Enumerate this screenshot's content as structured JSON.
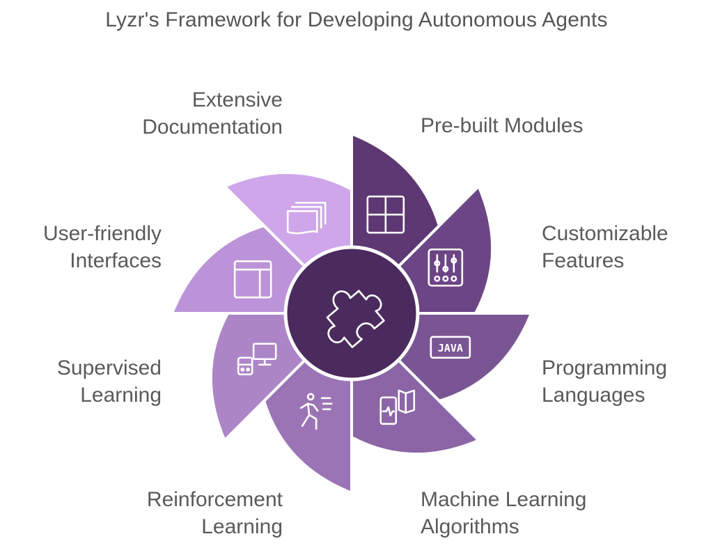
{
  "title": "Lyzr's Framework for Developing Autonomous Agents",
  "center": {
    "icon": "puzzle-piece-icon",
    "color": "#4b2a5e"
  },
  "segments": [
    {
      "label": "Pre-built Modules",
      "icon": "grid-icon",
      "color": "#5e3872"
    },
    {
      "label": "Customizable\nFeatures",
      "icon": "sliders-icon",
      "color": "#6c4585"
    },
    {
      "label": "Programming\nLanguages",
      "icon": "java-icon",
      "color": "#7a5593"
    },
    {
      "label": "Machine Learning\nAlgorithms",
      "icon": "phone-book-icon",
      "color": "#8b65a6"
    },
    {
      "label": "Reinforcement\nLearning",
      "icon": "running-person-icon",
      "color": "#9b74b6"
    },
    {
      "label": "Supervised\nLearning",
      "icon": "computer-devices-icon",
      "color": "#ac85c7"
    },
    {
      "label": "User-friendly\nInterfaces",
      "icon": "window-layout-icon",
      "color": "#bc93d8"
    },
    {
      "label": "Extensive\nDocumentation",
      "icon": "documents-icon",
      "color": "#cfa6e9"
    }
  ]
}
